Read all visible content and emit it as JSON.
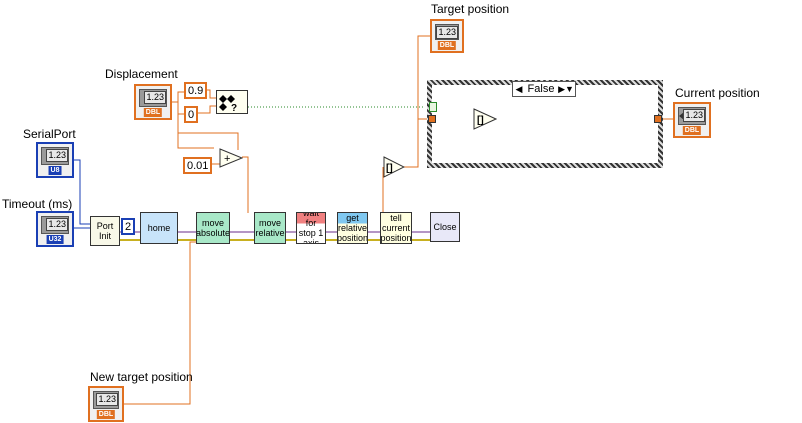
{
  "labels": {
    "target_position": "Target position",
    "displacement": "Displacement",
    "current_position": "Current position",
    "serial_port": "SerialPort",
    "timeout": "Timeout (ms)",
    "new_target_position": "New target position"
  },
  "terminals": {
    "numeric_text": "1.23",
    "dbl_tag": "DBL",
    "u8_tag": "U8",
    "u32_tag": "U32"
  },
  "constants": {
    "c09": "0.9",
    "c0": "0",
    "c001": "0.01",
    "axis": "2"
  },
  "case_structure": {
    "selector_value": "False",
    "left_arrow": "◀",
    "right_arrow": "▶▼"
  },
  "subvis": {
    "port_init": "Port Init",
    "home": "home",
    "move_absolute": "move absolute",
    "move_relative": "move relative",
    "wait": "wait for stop 1 axis",
    "get_relative": "get relative position",
    "tell_current": "tell current position",
    "close": "Close"
  },
  "colors": {
    "dbl_wire": "#e07020",
    "int_wire": "#1a3fb4",
    "error_wire": "#c8b020"
  }
}
